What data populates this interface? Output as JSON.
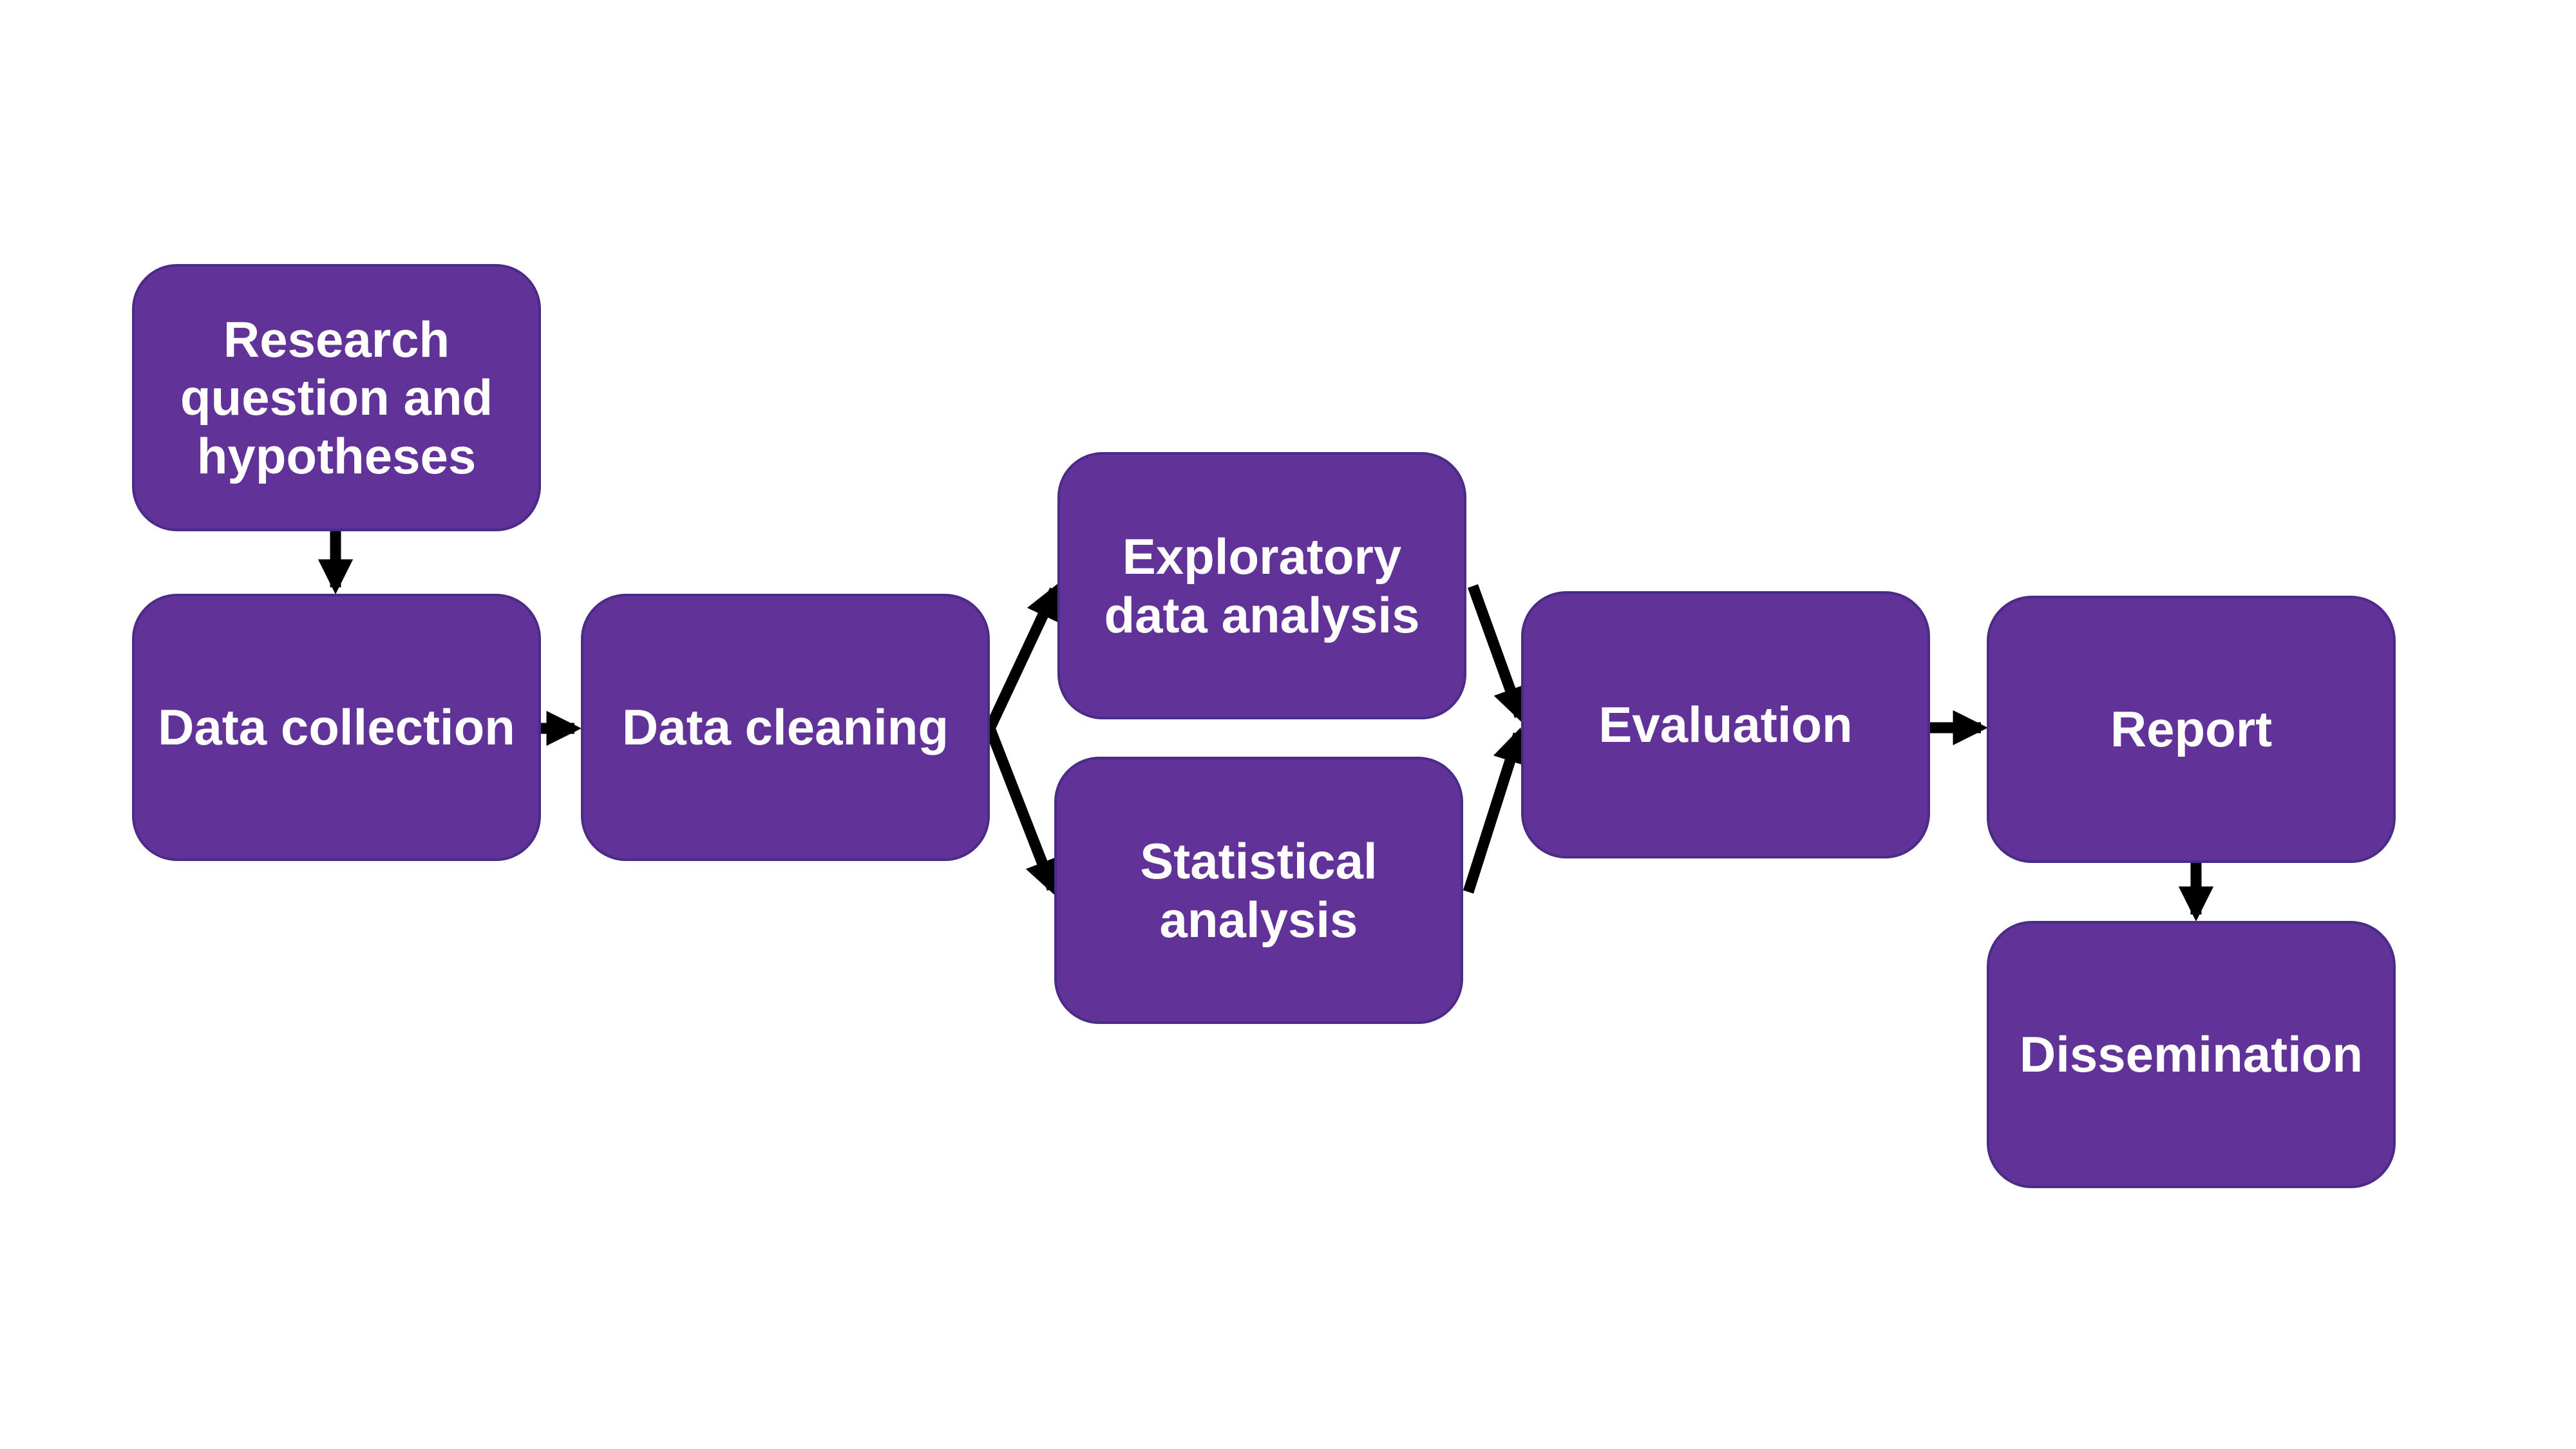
{
  "colors": {
    "box_fill": "#613399",
    "box_border": "#4a2b88",
    "box_text": "#ffffff",
    "arrow": "#000000",
    "background": "#ffffff"
  },
  "nodes": {
    "research": "Research question and hypotheses",
    "collection": "Data collection",
    "cleaning": "Data cleaning",
    "exploratory": "Exploratory data analysis",
    "statistical": "Statistical analysis",
    "evaluation": "Evaluation",
    "report": "Report",
    "dissemination": "Dissemination"
  },
  "edges": [
    {
      "from": "research",
      "to": "collection"
    },
    {
      "from": "collection",
      "to": "cleaning"
    },
    {
      "from": "cleaning",
      "to": "exploratory"
    },
    {
      "from": "cleaning",
      "to": "statistical"
    },
    {
      "from": "exploratory",
      "to": "evaluation"
    },
    {
      "from": "statistical",
      "to": "evaluation"
    },
    {
      "from": "evaluation",
      "to": "report"
    },
    {
      "from": "report",
      "to": "dissemination"
    }
  ]
}
